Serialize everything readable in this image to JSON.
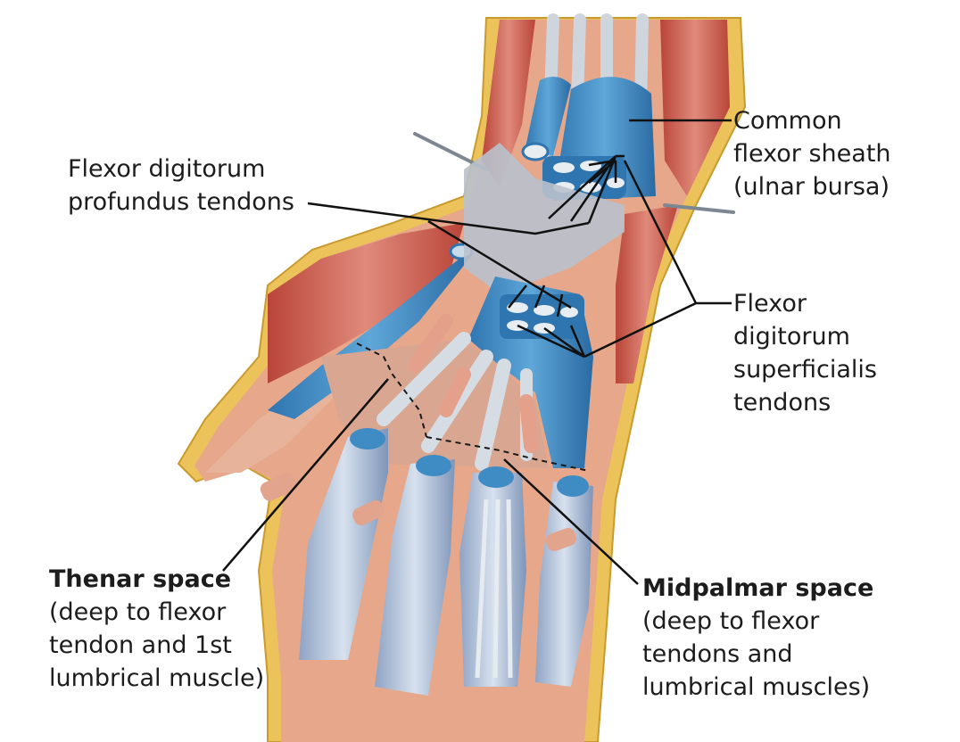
{
  "labels": {
    "common_sheath": [
      "Common",
      "flexor sheath",
      "(ulnar bursa)"
    ],
    "fdp": [
      "Flexor digitorum",
      "profundus tendons"
    ],
    "fds": [
      "Flexor",
      "digitorum",
      "superficialis",
      "tendons"
    ],
    "thenar": {
      "title": "Thenar space",
      "lines": [
        "(deep to flexor",
        "tendon and 1st",
        "lumbrical muscle)"
      ]
    },
    "midpalmar": {
      "title": "Midpalmar space",
      "lines": [
        "(deep to flexor",
        "tendons and",
        "lumbrical muscles)"
      ]
    }
  },
  "colors": {
    "bursa_blue": "#3f8cc4",
    "muscle_red": "#c8544a",
    "skin_tan": "#e0a184",
    "fat_yellow": "#e8c64a",
    "leader_line": "#111111"
  }
}
